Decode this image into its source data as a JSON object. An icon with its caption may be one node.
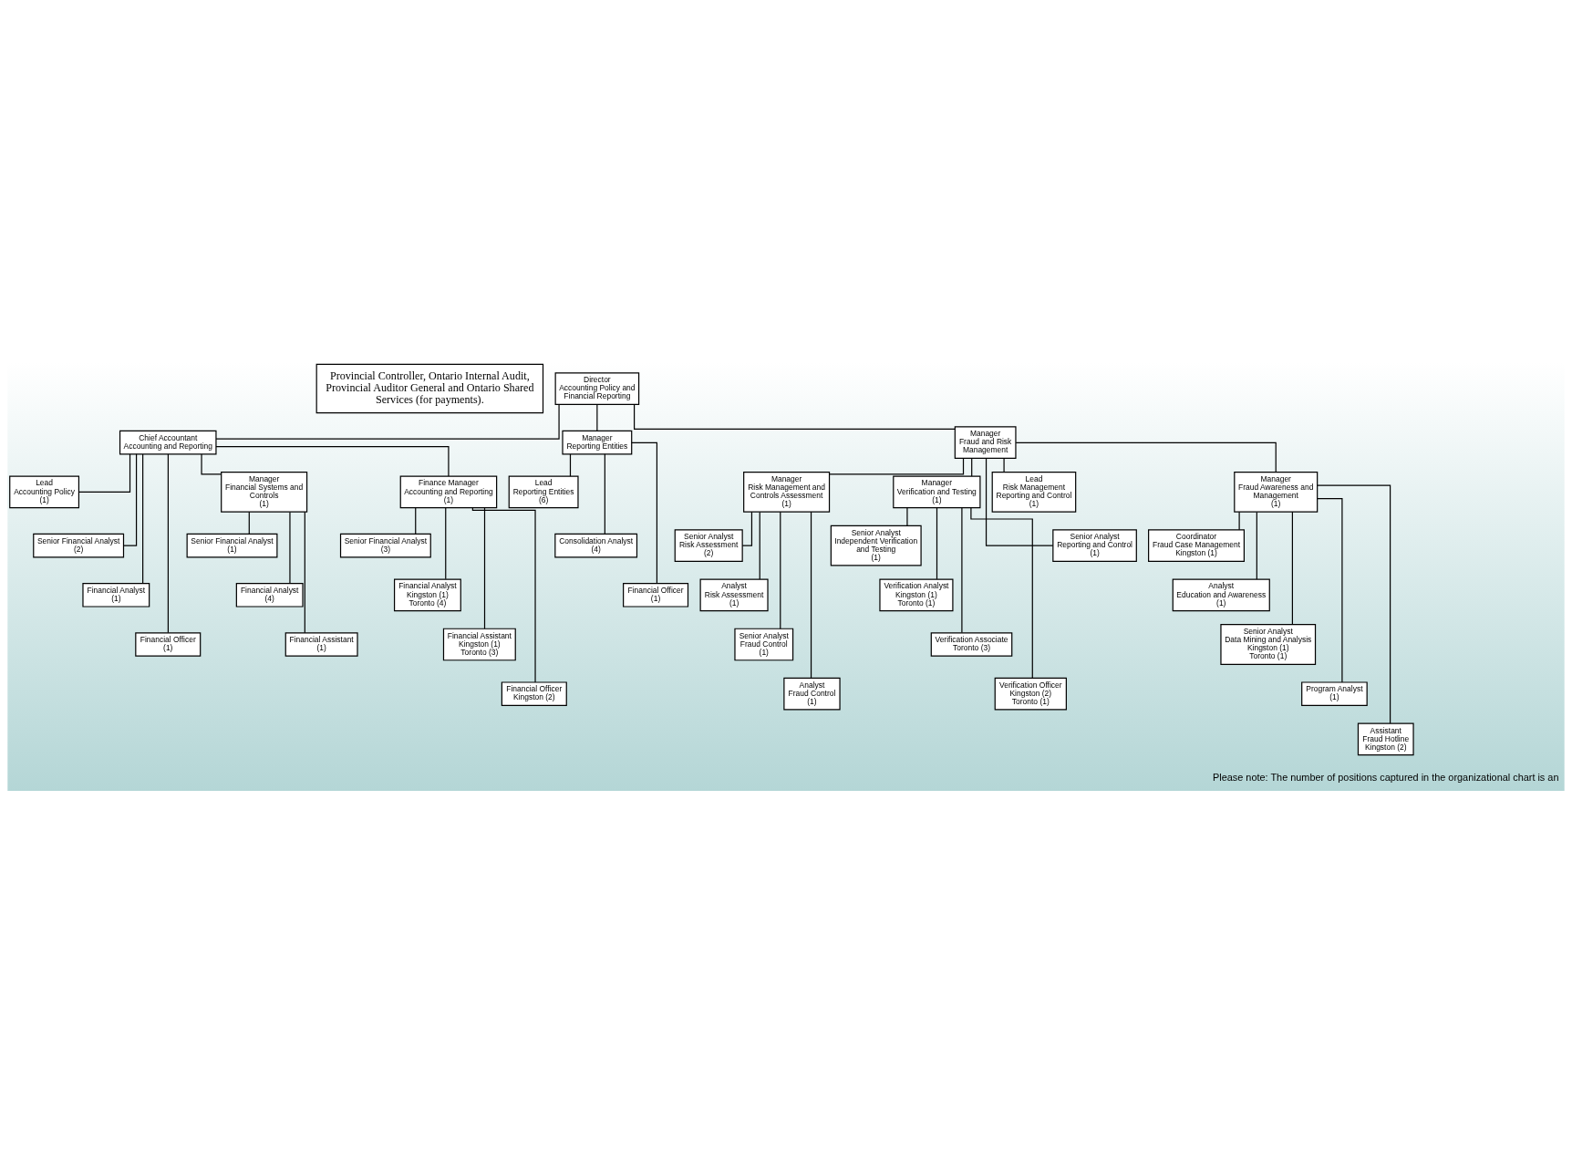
{
  "diagram": {
    "nodes": [
      {
        "text": [
          "Provincial Controller, Ontario Internal Audit, Provincial Auditor General and Ontario Shared Services (for payments)."
        ]
      },
      {
        "text": [
          "Director",
          "Accounting Policy and Financial Reporting"
        ]
      },
      {
        "text": [
          "Chief Accountant",
          "Accounting and Reporting"
        ]
      },
      {
        "text": [
          "Manager",
          "Reporting Entities"
        ]
      },
      {
        "text": [
          "Manager",
          "Fraud and Risk Management"
        ]
      },
      {
        "text": [
          "Lead",
          "Accounting Policy",
          "(1)"
        ]
      },
      {
        "text": [
          "Senior Financial Analyst",
          "(2)"
        ]
      },
      {
        "text": [
          "Financial Analyst",
          "(1)"
        ]
      },
      {
        "text": [
          "Financial Officer",
          "(1)"
        ]
      },
      {
        "text": [
          "Manager",
          "Financial Systems and Controls",
          "(1)"
        ]
      },
      {
        "text": [
          "Senior Financial Analyst",
          "(1)"
        ]
      },
      {
        "text": [
          "Financial Analyst",
          "(4)"
        ]
      },
      {
        "text": [
          "Financial Assistant",
          "(1)"
        ]
      },
      {
        "text": [
          "Finance Manager",
          "Accounting and Reporting",
          "(1)"
        ]
      },
      {
        "text": [
          "Senior Financial Analyst",
          "(3)"
        ]
      },
      {
        "text": [
          "Financial Analyst",
          "Kingston (1)",
          "Toronto (4)"
        ]
      },
      {
        "text": [
          "Financial Assistant",
          "Kingston (1)",
          "Toronto (3)"
        ]
      },
      {
        "text": [
          "Financial Officer",
          "Kingston (2)"
        ]
      },
      {
        "text": [
          "Lead",
          "Reporting Entities",
          "(6)"
        ]
      },
      {
        "text": [
          "Consolidation Analyst",
          "(4)"
        ]
      },
      {
        "text": [
          "Financial Officer",
          "(1)"
        ]
      },
      {
        "text": [
          "Manager",
          "Risk Management and Controls Assessment",
          "(1)"
        ]
      },
      {
        "text": [
          "Senior Analyst",
          "Risk Assessment",
          "(2)"
        ]
      },
      {
        "text": [
          "Analyst",
          "Risk Assessment",
          "(1)"
        ]
      },
      {
        "text": [
          "Senior Analyst",
          "Fraud Control",
          "(1)"
        ]
      },
      {
        "text": [
          "Analyst",
          "Fraud Control",
          "(1)"
        ]
      },
      {
        "text": [
          "Manager",
          "Verification and Testing",
          "(1)"
        ]
      },
      {
        "text": [
          "Senior Analyst",
          "Independent Verification and Testing",
          "(1)"
        ]
      },
      {
        "text": [
          "Verification Analyst",
          "Kingston (1)",
          "Toronto (1)"
        ]
      },
      {
        "text": [
          "Verification Associate",
          "Toronto (3)"
        ]
      },
      {
        "text": [
          "Verification Officer",
          "Kingston (2)",
          "Toronto (1)"
        ]
      },
      {
        "text": [
          "Lead",
          "Risk Management Reporting and Control",
          "(1)"
        ]
      },
      {
        "text": [
          "Senior Analyst",
          "Reporting and Control",
          "(1)"
        ]
      },
      {
        "text": [
          "Manager",
          "Fraud Awareness and Management",
          "(1)"
        ]
      },
      {
        "text": [
          "Coordinator",
          "Fraud Case Management",
          "Kingston (1)"
        ]
      },
      {
        "text": [
          "Analyst",
          "Education and Awareness",
          "(1)"
        ]
      },
      {
        "text": [
          "Senior Analyst",
          "Data Mining and Analysis",
          "Kingston (1)",
          "Toronto (1)"
        ]
      },
      {
        "text": [
          "Program Analyst",
          "(1)"
        ]
      },
      {
        "text": [
          "Assistant",
          "Fraud Hotline",
          "Kingston (2)"
        ]
      }
    ],
    "edges": [
      {
        "from": 1,
        "to": 2,
        "arrow": "none"
      },
      {
        "from": 1,
        "to": 3,
        "arrow": "none"
      },
      {
        "from": 1,
        "to": 4,
        "arrow": "none"
      },
      {
        "from": 2,
        "to": 5,
        "arrow": "none"
      },
      {
        "from": 2,
        "to": 6,
        "arrow": "none"
      },
      {
        "from": 2,
        "to": 7,
        "arrow": "none"
      },
      {
        "from": 2,
        "to": 8,
        "arrow": "none"
      },
      {
        "from": 2,
        "to": 9,
        "arrow": "none"
      },
      {
        "from": 2,
        "to": 13,
        "arrow": "none"
      },
      {
        "from": 9,
        "to": 10,
        "arrow": "none"
      },
      {
        "from": 9,
        "to": 11,
        "arrow": "none"
      },
      {
        "from": 9,
        "to": 12,
        "arrow": "none"
      },
      {
        "from": 13,
        "to": 14,
        "arrow": "none"
      },
      {
        "from": 13,
        "to": 15,
        "arrow": "none"
      },
      {
        "from": 13,
        "to": 16,
        "arrow": "none"
      },
      {
        "from": 13,
        "to": 17,
        "arrow": "none"
      },
      {
        "from": 3,
        "to": 18,
        "arrow": "none"
      },
      {
        "from": 3,
        "to": 19,
        "arrow": "none"
      },
      {
        "from": 3,
        "to": 20,
        "arrow": "none"
      },
      {
        "from": 4,
        "to": 21,
        "arrow": "none"
      },
      {
        "from": 4,
        "to": 26,
        "arrow": "none"
      },
      {
        "from": 4,
        "to": 31,
        "arrow": "none"
      },
      {
        "from": 4,
        "to": 32,
        "arrow": "none"
      },
      {
        "from": 4,
        "to": 33,
        "arrow": "none"
      },
      {
        "from": 21,
        "to": 22,
        "arrow": "none"
      },
      {
        "from": 21,
        "to": 23,
        "arrow": "none"
      },
      {
        "from": 21,
        "to": 24,
        "arrow": "none"
      },
      {
        "from": 21,
        "to": 25,
        "arrow": "none"
      },
      {
        "from": 26,
        "to": 27,
        "arrow": "none"
      },
      {
        "from": 26,
        "to": 28,
        "arrow": "none"
      },
      {
        "from": 26,
        "to": 29,
        "arrow": "none"
      },
      {
        "from": 26,
        "to": 30,
        "arrow": "none"
      },
      {
        "from": 33,
        "to": 34,
        "arrow": "none"
      },
      {
        "from": 33,
        "to": 35,
        "arrow": "none"
      },
      {
        "from": 33,
        "to": 36,
        "arrow": "none"
      },
      {
        "from": 33,
        "to": 37,
        "arrow": "none"
      },
      {
        "from": 33,
        "to": 38,
        "arrow": "none"
      }
    ],
    "labels": [
      "Please note: The number of positions captured in the organizational chart is an"
    ]
  }
}
